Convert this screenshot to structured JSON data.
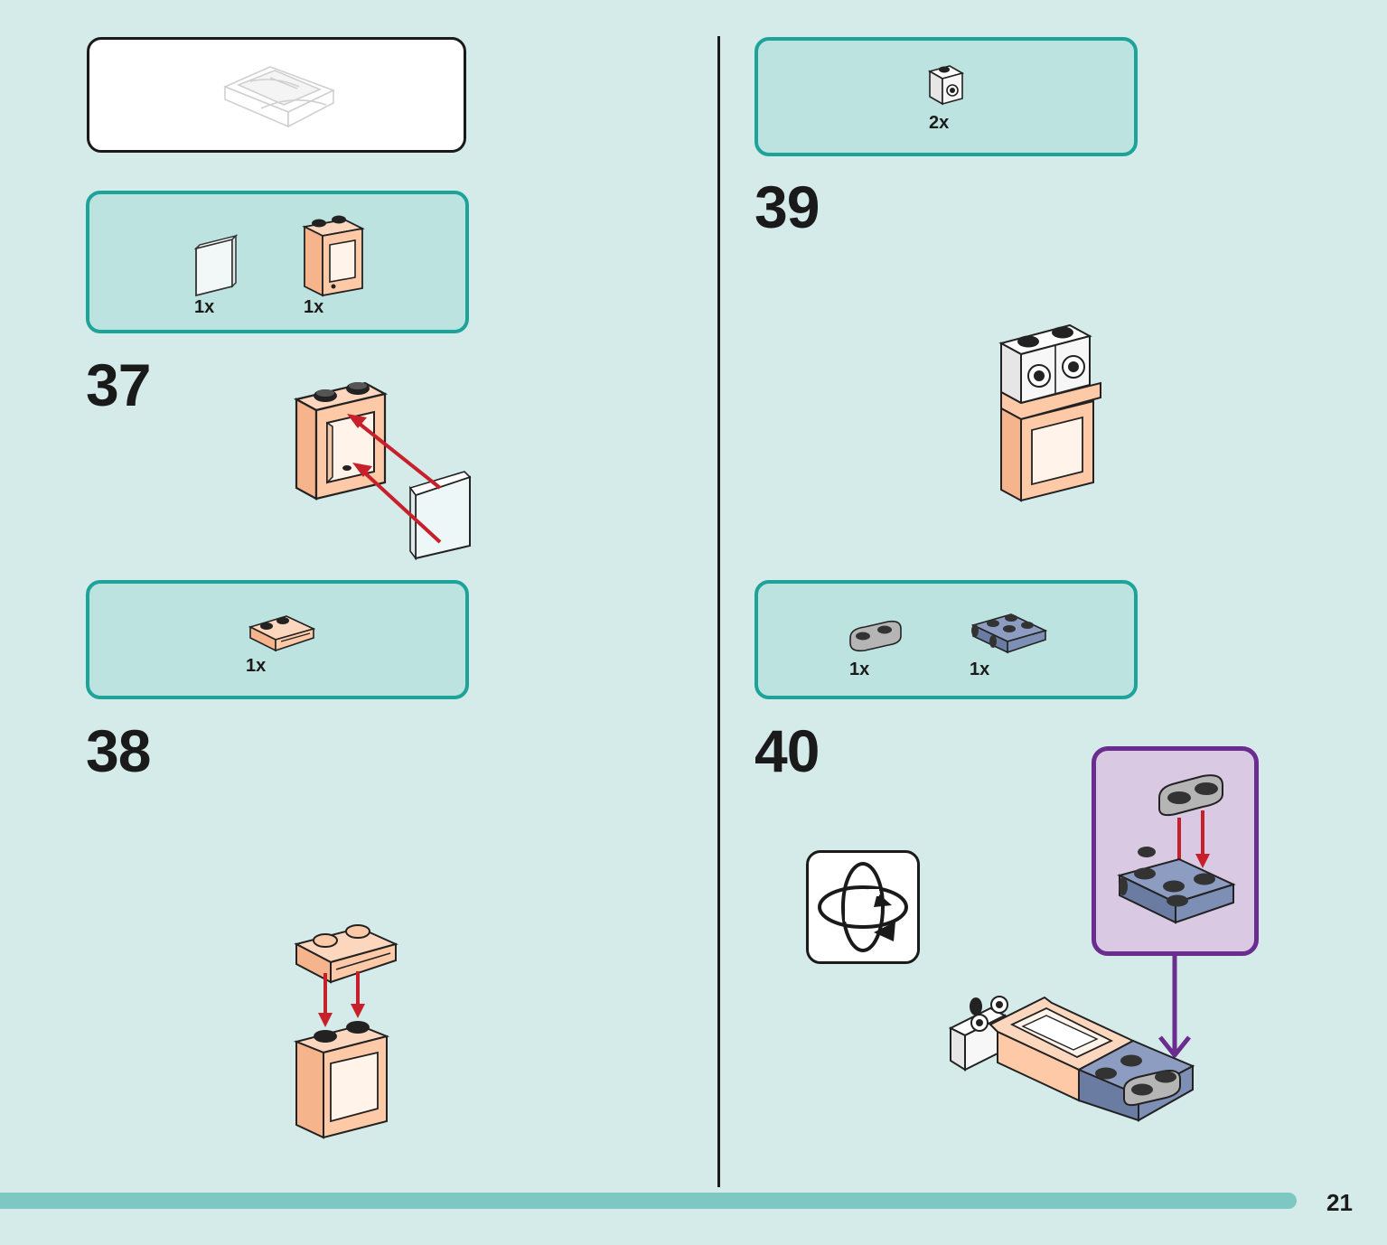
{
  "colors": {
    "background": "#d5ebe9",
    "parts_box_fill": "#bde3e0",
    "parts_box_border": "#1ea39b",
    "brick_peach": "#fdc9a6",
    "brick_blue_gray": "#7e8fb5",
    "brick_light_gray": "#a9a9a9",
    "arrow_red": "#c8202a",
    "zoom_border": "#6a2c8e",
    "zoom_fill": "#d9c9e3",
    "footer_bar": "#7ec8c3"
  },
  "steps": [
    {
      "number": "37",
      "parts": [
        {
          "icon": "window-glass-pane-icon",
          "qty": "1x"
        },
        {
          "icon": "window-frame-brick-icon",
          "qty": "1x"
        }
      ]
    },
    {
      "number": "38",
      "parts": [
        {
          "icon": "peach-plate-with-rail-icon",
          "qty": "1x"
        }
      ]
    },
    {
      "number": "39",
      "parts": [
        {
          "icon": "white-brick-with-side-stud-icon",
          "qty": "2x"
        }
      ]
    },
    {
      "number": "40",
      "parts": [
        {
          "icon": "light-gray-rounded-plate-icon",
          "qty": "1x"
        },
        {
          "icon": "blue-gray-bracket-plate-icon",
          "qty": "1x"
        }
      ]
    }
  ],
  "page_number": "21"
}
